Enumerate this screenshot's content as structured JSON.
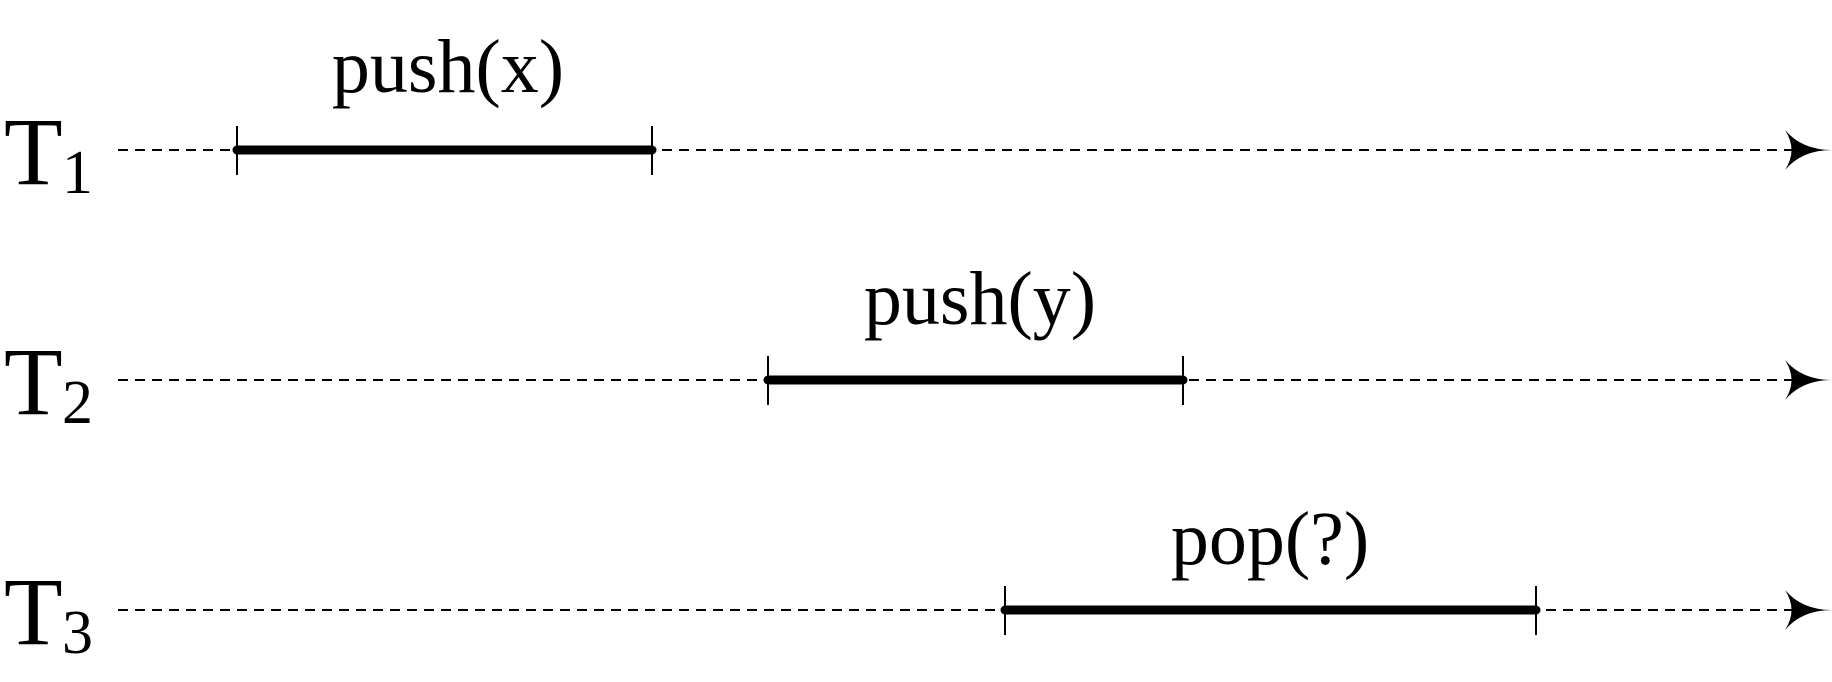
{
  "threads": [
    {
      "label": "T",
      "subscript": "1",
      "operation": {
        "label": "push(x)"
      }
    },
    {
      "label": "T",
      "subscript": "2",
      "operation": {
        "label": "push(y)"
      }
    },
    {
      "label": "T",
      "subscript": "3",
      "operation": {
        "label": "pop(?)"
      }
    }
  ]
}
